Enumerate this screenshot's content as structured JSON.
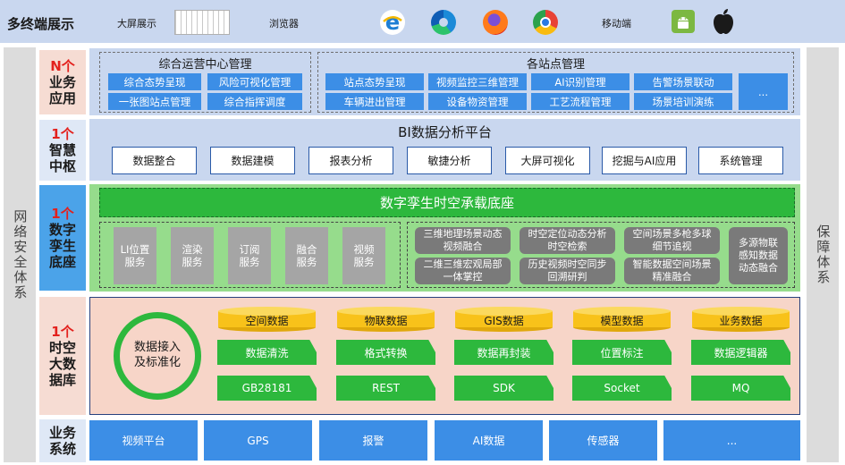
{
  "top": {
    "title": "多终端展示",
    "big_screen": "大屏展示",
    "browser": "浏览器",
    "mobile": "移动端"
  },
  "side": {
    "left": "网络安全体系",
    "right": "保障体系"
  },
  "rows": {
    "app": {
      "count": "N个",
      "name": "业务应用"
    },
    "hub": {
      "count": "1个",
      "name": "智慧中枢"
    },
    "twin": {
      "count": "1个",
      "name": "数字孪生底座"
    },
    "data": {
      "count": "1个",
      "name": "时空大数据库"
    },
    "biz": {
      "name": "业务系统"
    }
  },
  "app": {
    "center_title": "综合运营中心管理",
    "center_items": [
      "综合态势呈现",
      "风险可视化管理",
      "一张图站点管理",
      "综合指挥调度"
    ],
    "station_title": "各站点管理",
    "station_items": [
      "站点态势呈现",
      "视频监控三维管理",
      "AI识别管理",
      "告警场景联动",
      "车辆进出管理",
      "设备物资管理",
      "工艺流程管理",
      "场景培训演练"
    ],
    "station_more": "..."
  },
  "hub": {
    "title": "BI数据分析平台",
    "items": [
      "数据整合",
      "数据建模",
      "报表分析",
      "敏捷分析",
      "大屏可视化",
      "挖掘与AI应用",
      "系统管理"
    ]
  },
  "twin": {
    "title": "数字孪生时空承载底座",
    "services": [
      "LI位置服务",
      "渲染服务",
      "订阅服务",
      "融合服务",
      "视频服务"
    ],
    "capabilities": [
      "三维地理场景动态视频融合",
      "时空定位动态分析时空检索",
      "空间场景多枪多球细节追视",
      "二维三维宏观局部一体掌控",
      "历史视频时空同步回溯研判",
      "智能数据空间场景精准融合"
    ],
    "multi": "多源物联感知数据动态融合"
  },
  "data": {
    "ingest": "数据接入及标准化",
    "databases": [
      "空间数据",
      "物联数据",
      "GIS数据",
      "模型数据",
      "业务数据"
    ],
    "processing": [
      "数据清洗",
      "格式转换",
      "数据再封装",
      "位置标注",
      "数据逻辑器"
    ],
    "protocols": [
      "GB28181",
      "REST",
      "SDK",
      "Socket",
      "MQ"
    ]
  },
  "biz": {
    "items": [
      "视频平台",
      "GPS",
      "报警",
      "AI数据",
      "传感器",
      "..."
    ]
  },
  "colors": {
    "accent_blue": "#3c8ee6",
    "green": "#2db83d",
    "yellow": "#f8c21a",
    "red": "#e3211d"
  }
}
